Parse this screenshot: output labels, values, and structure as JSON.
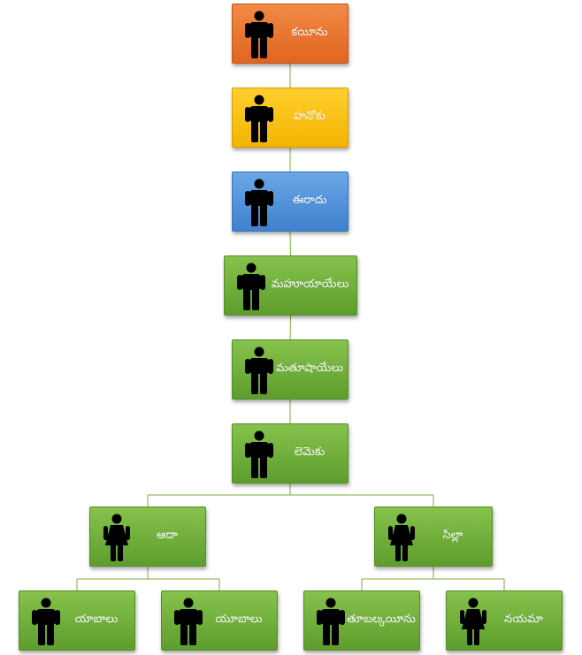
{
  "nodes": [
    {
      "id": "n1",
      "label": "కయీను",
      "color": "orange",
      "icon": "male-person-icon"
    },
    {
      "id": "n2",
      "label": "హనోకు",
      "color": "yellow",
      "icon": "male-person-icon"
    },
    {
      "id": "n3",
      "label": "ఈరాదు",
      "color": "blue",
      "icon": "male-person-icon"
    },
    {
      "id": "n4",
      "label": "మహూయాయేలు",
      "color": "green",
      "icon": "male-person-icon"
    },
    {
      "id": "n5",
      "label": "మతూషాయేలు",
      "color": "green",
      "icon": "male-person-icon"
    },
    {
      "id": "n6",
      "label": "లెమెకు",
      "color": "green",
      "icon": "male-person-icon"
    },
    {
      "id": "n7",
      "label": "ఆదా",
      "color": "green",
      "icon": "female-person-icon"
    },
    {
      "id": "n8",
      "label": "సిల్లా",
      "color": "green",
      "icon": "female-person-icon"
    },
    {
      "id": "n9",
      "label": "యాబాలు",
      "color": "green",
      "icon": "male-person-icon"
    },
    {
      "id": "n10",
      "label": "యూబాలు",
      "color": "green",
      "icon": "male-person-icon"
    },
    {
      "id": "n11",
      "label": "తూబల్కయీను",
      "color": "green",
      "icon": "male-person-icon"
    },
    {
      "id": "n12",
      "label": "నయమా",
      "color": "green",
      "icon": "female-person-icon"
    }
  ],
  "edges": [
    [
      "n1",
      "n2"
    ],
    [
      "n2",
      "n3"
    ],
    [
      "n3",
      "n4"
    ],
    [
      "n4",
      "n5"
    ],
    [
      "n5",
      "n6"
    ],
    [
      "n6",
      "n7"
    ],
    [
      "n6",
      "n8"
    ],
    [
      "n7",
      "n9"
    ],
    [
      "n7",
      "n10"
    ],
    [
      "n8",
      "n11"
    ],
    [
      "n8",
      "n12"
    ]
  ],
  "colors": {
    "orange": "#e97a33",
    "yellow": "#fcc21a",
    "blue": "#4f8fd9",
    "green": "#6fae3a",
    "connector": "#7aae3e"
  }
}
